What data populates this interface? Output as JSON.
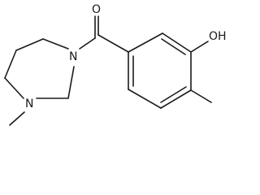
{
  "structure": {
    "atoms": {
      "oxygen_carbonyl": "O",
      "hydroxyl": "OH",
      "nitrogen_amide": "N",
      "nitrogen_ring": "N"
    }
  }
}
